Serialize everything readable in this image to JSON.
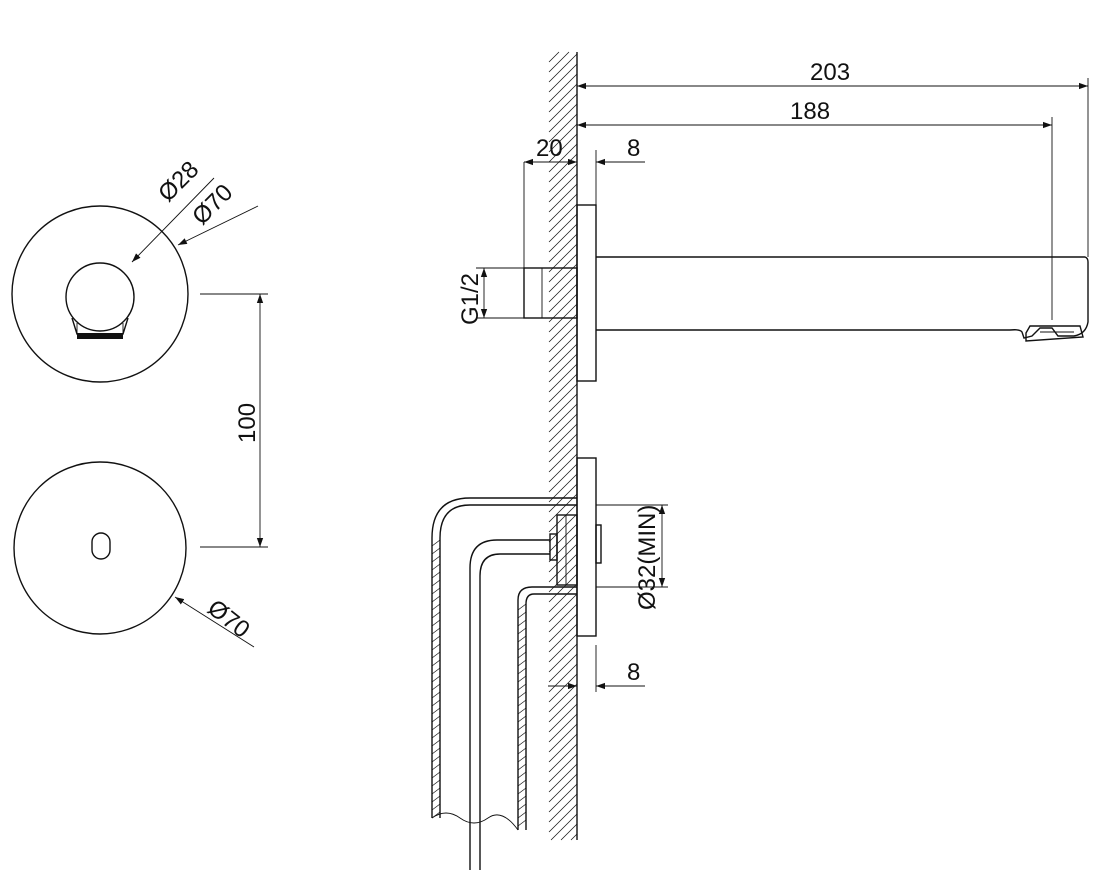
{
  "drawing": {
    "colors": {
      "line": "#111111",
      "background": "#ffffff"
    },
    "top_view": {
      "spout_outer_diameter": "Ø70",
      "spout_inner_diameter": "Ø28"
    },
    "sensor_view": {
      "plate_diameter": "Ø70"
    },
    "spacing": "100",
    "side_view": {
      "length_total": "203",
      "length_outlet": "188",
      "wall_plate_depth": "20",
      "plate_thickness_top": "8",
      "thread_size": "G1/2",
      "hole_min_diameter": "Ø32(MIN)",
      "plate_thickness_bottom": "8"
    }
  }
}
